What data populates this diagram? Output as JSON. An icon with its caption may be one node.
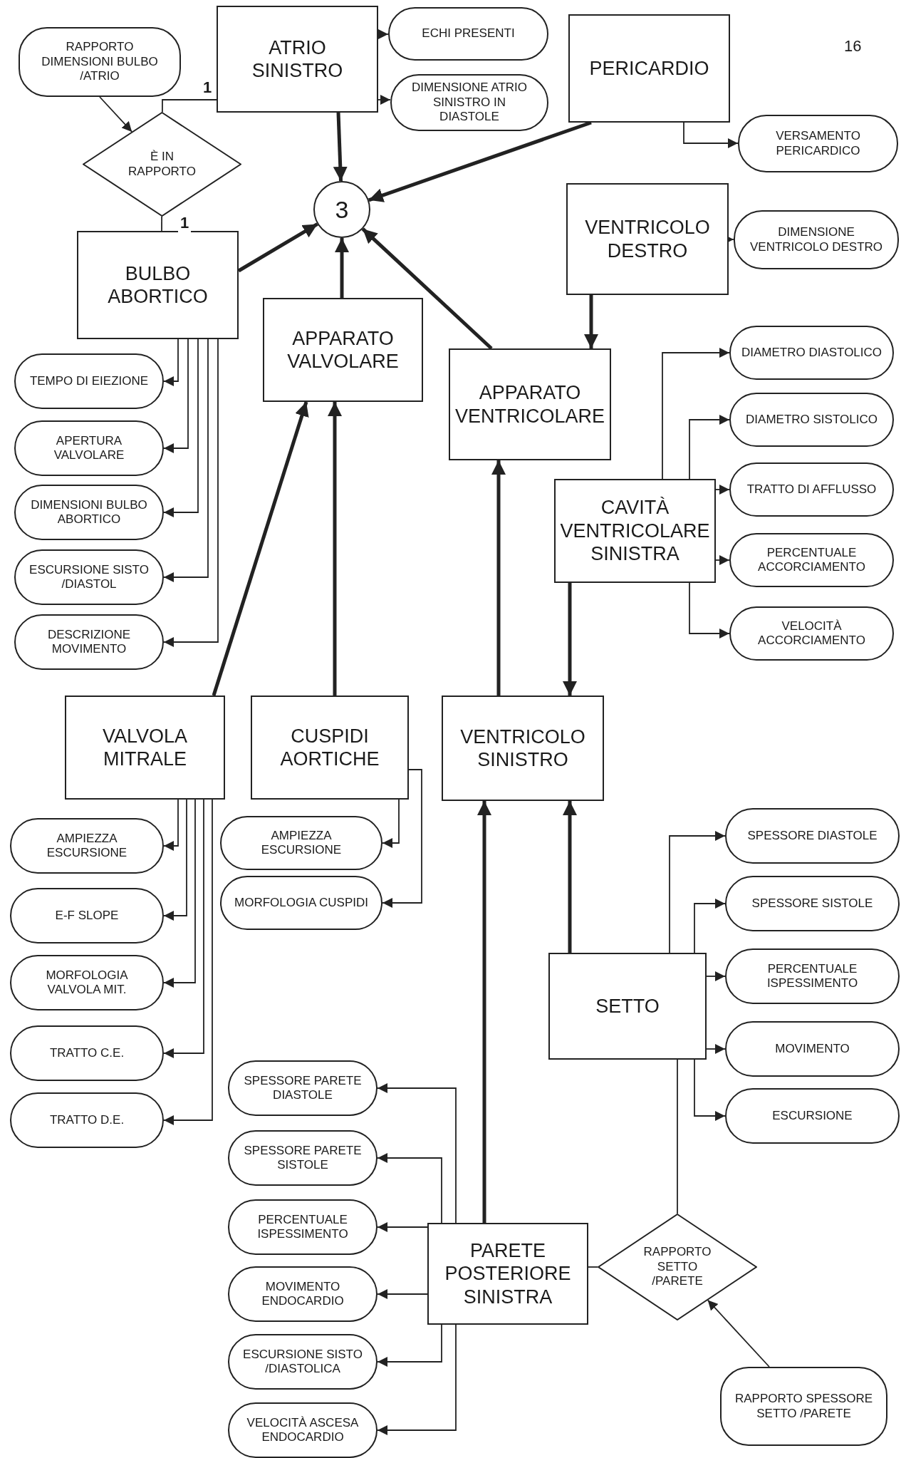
{
  "diagram": {
    "nodes": [
      {
        "text": [
          "RAPPORTO DIMENSIONI BULBO /ATRIO"
        ]
      },
      {
        "text": [
          "ATRIO SINISTRO"
        ]
      },
      {
        "text": [
          "ECHI PRESENTI"
        ]
      },
      {
        "text": [
          "DIMENSIONE ATRIO SINISTRO IN DIASTOLE"
        ]
      },
      {
        "text": [
          "PERICARDIO"
        ]
      },
      {
        "text": [
          "VERSAMENTO PERICARDICO"
        ]
      },
      {
        "text": [
          "È IN RAPPORTO"
        ]
      },
      {
        "text": [
          "3"
        ]
      },
      {
        "text": [
          "BULBO ABORTICO"
        ]
      },
      {
        "text": [
          "VENTRICOLO DESTRO"
        ]
      },
      {
        "text": [
          "DIMENSIONE VENTRICOLO DESTRO"
        ]
      },
      {
        "text": [
          "APPARATO VALVOLARE"
        ]
      },
      {
        "text": [
          "APPARATO VENTRICOLARE"
        ]
      },
      {
        "text": [
          "DIAMETRO DIASTOLICO"
        ]
      },
      {
        "text": [
          "TEMPO DI EIEZIONE"
        ]
      },
      {
        "text": [
          "DIAMETRO SISTOLICO"
        ]
      },
      {
        "text": [
          "APERTURA VALVOLARE"
        ]
      },
      {
        "text": [
          "TRATTO DI AFFLUSSO"
        ]
      },
      {
        "text": [
          "CAVITÀ VENTRICOLARE SINISTRA"
        ]
      },
      {
        "text": [
          "DIMENSIONI BULBO ABORTICO"
        ]
      },
      {
        "text": [
          "ESCURSIONE SISTO /DIASTOL"
        ]
      },
      {
        "text": [
          "PERCENTUALE ACCORCIAMENTO"
        ]
      },
      {
        "text": [
          "VELOCITÀ ACCORCIAMENTO"
        ]
      },
      {
        "text": [
          "DESCRIZIONE MOVIMENTO"
        ]
      },
      {
        "text": [
          "VALVOLA MITRALE"
        ]
      },
      {
        "text": [
          "CUSPIDI AORTICHE"
        ]
      },
      {
        "text": [
          "VENTRICOLO SINISTRO"
        ]
      },
      {
        "text": [
          "AMPIEZZA ESCURSIONE"
        ]
      },
      {
        "text": [
          "AMPIEZZA ESCURSIONE"
        ]
      },
      {
        "text": [
          "SPESSORE DIASTOLE"
        ]
      },
      {
        "text": [
          "E-F SLOPE"
        ]
      },
      {
        "text": [
          "MORFOLOGIA CUSPIDI"
        ]
      },
      {
        "text": [
          "SPESSORE SISTOLE"
        ]
      },
      {
        "text": [
          "MORFOLOGIA VALVOLA MIT."
        ]
      },
      {
        "text": [
          "PERCENTUALE ISPESSIMENTO"
        ]
      },
      {
        "text": [
          "SETTO"
        ]
      },
      {
        "text": [
          "TRATTO C.E."
        ]
      },
      {
        "text": [
          "MOVIMENTO"
        ]
      },
      {
        "text": [
          "SPESSORE PARETE DIASTOLE"
        ]
      },
      {
        "text": [
          "TRATTO D.E."
        ]
      },
      {
        "text": [
          "ESCURSIONE"
        ]
      },
      {
        "text": [
          "SPESSORE PARETE SISTOLE"
        ]
      },
      {
        "text": [
          "PERCENTUALE ISPESSIMENTO"
        ]
      },
      {
        "text": [
          "PARETE POSTERIORE SINISTRA"
        ]
      },
      {
        "text": [
          "RAPPORTO SETTO /PARETE"
        ]
      },
      {
        "text": [
          "MOVIMENTO ENDOCARDIO"
        ]
      },
      {
        "text": [
          "ESCURSIONE SISTO /DIASTOLICA"
        ]
      },
      {
        "text": [
          "RAPPORTO SPESSORE SETTO /PARETE"
        ]
      },
      {
        "text": [
          "VELOCITÀ ASCESA ENDOCARDIO"
        ]
      }
    ],
    "edges": [
      {
        "from": 1,
        "to": 7,
        "arrow": "to",
        "style": "thick"
      },
      {
        "from": 4,
        "to": 7,
        "arrow": "to",
        "style": "thick"
      },
      {
        "from": 8,
        "to": 7,
        "arrow": "to",
        "style": "thick"
      },
      {
        "from": 11,
        "to": 7,
        "arrow": "to",
        "style": "thick"
      },
      {
        "from": 12,
        "to": 7,
        "arrow": "to",
        "style": "thick"
      },
      {
        "from": 0,
        "to": 6,
        "arrow": "to"
      },
      {
        "from": 6,
        "to": 1,
        "arrow": "none",
        "label": "1"
      },
      {
        "from": 6,
        "to": 8,
        "arrow": "none",
        "label": "1"
      },
      {
        "from": 1,
        "to": 2,
        "arrow": "to"
      },
      {
        "from": 1,
        "to": 3,
        "arrow": "to"
      },
      {
        "from": 4,
        "to": 5,
        "arrow": "to"
      },
      {
        "from": 9,
        "to": 10,
        "arrow": "to"
      },
      {
        "from": 9,
        "to": 12,
        "arrow": "to",
        "style": "thick"
      },
      {
        "from": 8,
        "to": 14,
        "arrow": "to"
      },
      {
        "from": 8,
        "to": 16,
        "arrow": "to"
      },
      {
        "from": 8,
        "to": 19,
        "arrow": "to"
      },
      {
        "from": 8,
        "to": 20,
        "arrow": "to"
      },
      {
        "from": 8,
        "to": 23,
        "arrow": "to"
      },
      {
        "from": 24,
        "to": 11,
        "arrow": "to",
        "style": "thick"
      },
      {
        "from": 25,
        "to": 11,
        "arrow": "to",
        "style": "thick"
      },
      {
        "from": 26,
        "to": 12,
        "arrow": "to",
        "style": "thick"
      },
      {
        "from": 18,
        "to": 26,
        "arrow": "to",
        "style": "thick"
      },
      {
        "from": 18,
        "to": 13,
        "arrow": "to"
      },
      {
        "from": 18,
        "to": 15,
        "arrow": "to"
      },
      {
        "from": 18,
        "to": 17,
        "arrow": "to"
      },
      {
        "from": 18,
        "to": 21,
        "arrow": "to"
      },
      {
        "from": 18,
        "to": 22,
        "arrow": "to"
      },
      {
        "from": 24,
        "to": 27,
        "arrow": "to"
      },
      {
        "from": 24,
        "to": 30,
        "arrow": "to"
      },
      {
        "from": 24,
        "to": 33,
        "arrow": "to"
      },
      {
        "from": 24,
        "to": 36,
        "arrow": "to"
      },
      {
        "from": 24,
        "to": 39,
        "arrow": "to"
      },
      {
        "from": 25,
        "to": 28,
        "arrow": "to"
      },
      {
        "from": 25,
        "to": 31,
        "arrow": "to"
      },
      {
        "from": 35,
        "to": 26,
        "arrow": "to",
        "style": "thick"
      },
      {
        "from": 43,
        "to": 26,
        "arrow": "to",
        "style": "thick"
      },
      {
        "from": 35,
        "to": 29,
        "arrow": "to"
      },
      {
        "from": 35,
        "to": 32,
        "arrow": "to"
      },
      {
        "from": 35,
        "to": 34,
        "arrow": "to"
      },
      {
        "from": 35,
        "to": 37,
        "arrow": "to"
      },
      {
        "from": 35,
        "to": 40,
        "arrow": "to"
      },
      {
        "from": 43,
        "to": 38,
        "arrow": "to"
      },
      {
        "from": 43,
        "to": 41,
        "arrow": "to"
      },
      {
        "from": 43,
        "to": 42,
        "arrow": "to"
      },
      {
        "from": 43,
        "to": 45,
        "arrow": "to"
      },
      {
        "from": 43,
        "to": 46,
        "arrow": "to"
      },
      {
        "from": 43,
        "to": 48,
        "arrow": "to"
      },
      {
        "from": 44,
        "to": 43,
        "arrow": "none"
      },
      {
        "from": 44,
        "to": 35,
        "arrow": "none"
      },
      {
        "from": 47,
        "to": 44,
        "arrow": "to"
      }
    ],
    "labels": [
      "16"
    ]
  }
}
